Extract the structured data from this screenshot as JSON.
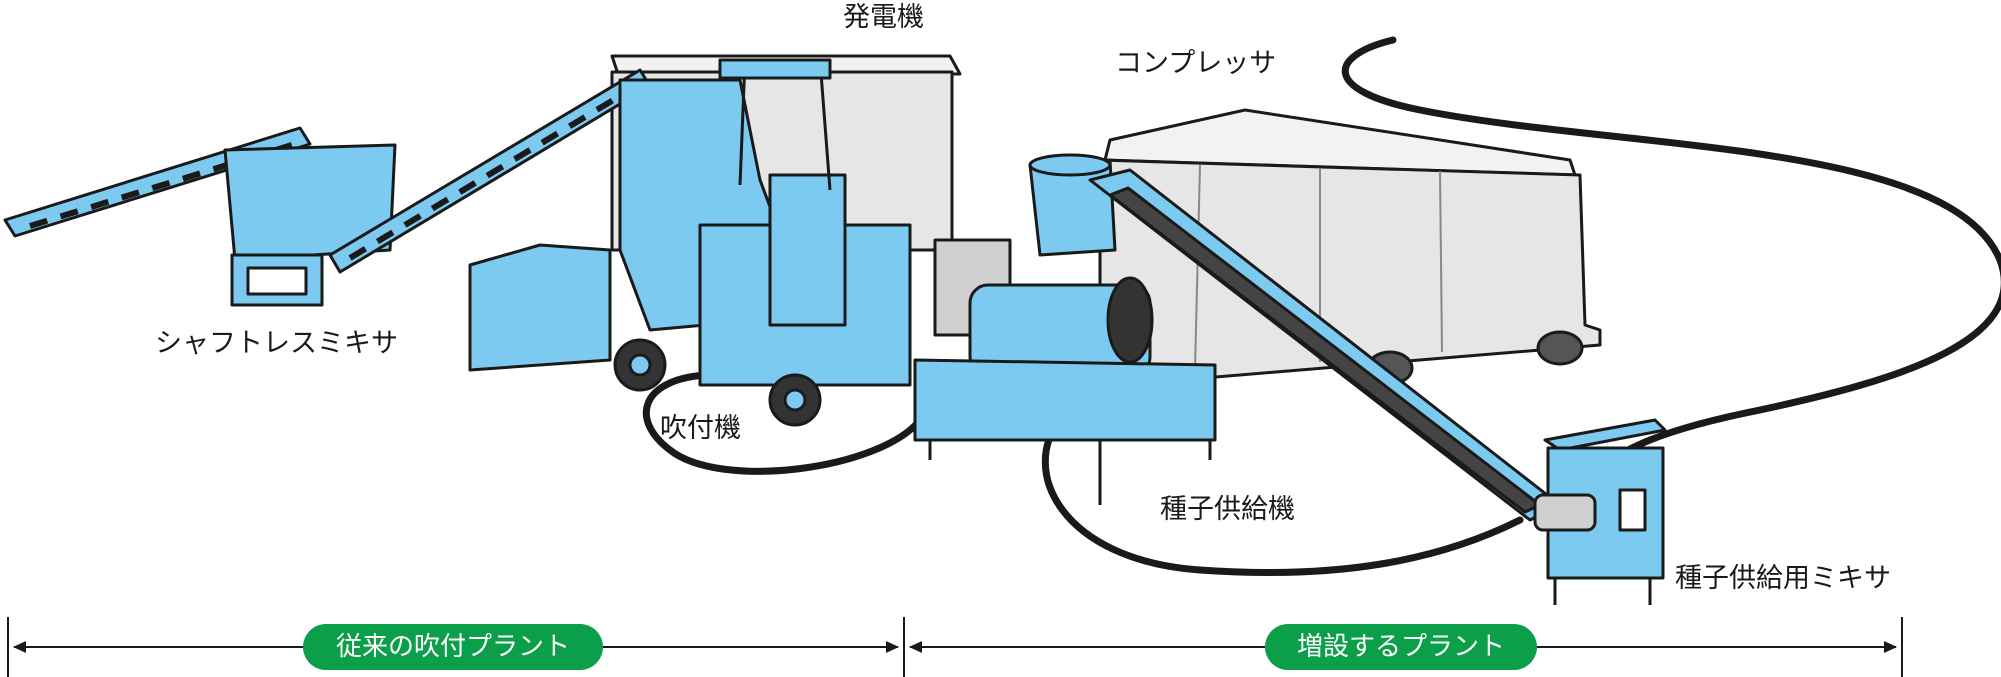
{
  "labels": {
    "generator": "発電機",
    "compressor": "コンプレッサ",
    "shaftless_mixer": "シャフトレスミキサ",
    "sprayer": "吹付機",
    "seed_feeder": "種子供給機",
    "seed_mixer": "種子供給用ミキサ"
  },
  "sections": {
    "conventional": "従来の吹付プラント",
    "additional": "増設するプラント"
  },
  "colors": {
    "machine_blue": "#7dcaf0",
    "unit_gray": "#e6e6e6",
    "pill_green": "#0b9f4a",
    "outline": "#1a1a1a"
  }
}
